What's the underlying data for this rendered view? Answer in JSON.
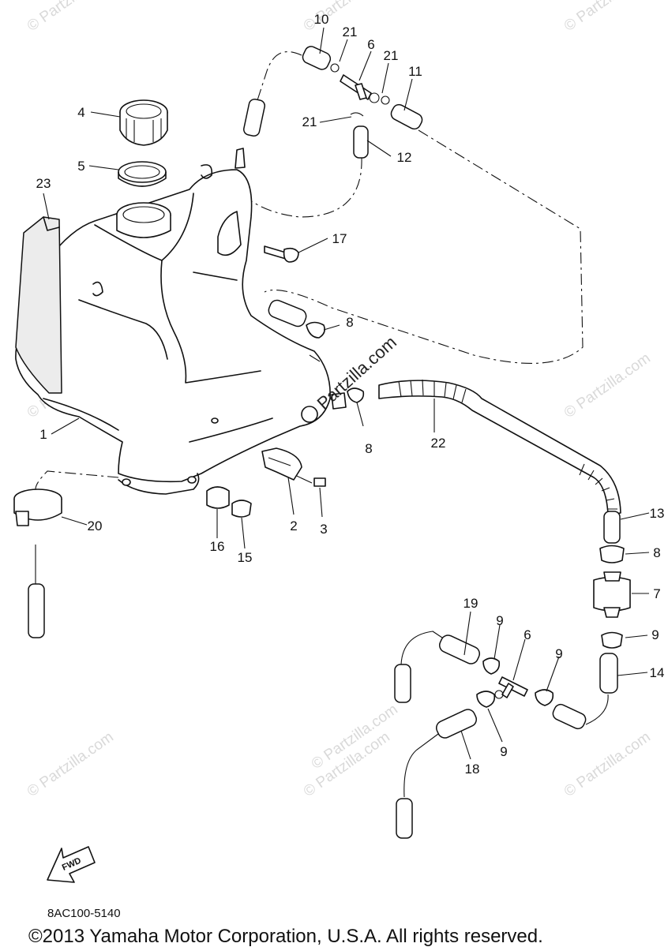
{
  "diagram": {
    "callouts": [
      "10",
      "21",
      "6",
      "21",
      "11",
      "4",
      "21",
      "12",
      "5",
      "23",
      "17",
      "8",
      "8",
      "22",
      "1",
      "13",
      "8",
      "7",
      "20",
      "2",
      "3",
      "16",
      "15",
      "19",
      "9",
      "6",
      "9",
      "9",
      "14",
      "9",
      "18"
    ],
    "watermark": "© Partzilla.com",
    "watermark_center": "Partzilla.com",
    "fwd_label": "FWD",
    "diagram_code": "8AC100-5140",
    "copyright": "©2013 Yamaha Motor Corporation, U.S.A. All rights reserved."
  }
}
